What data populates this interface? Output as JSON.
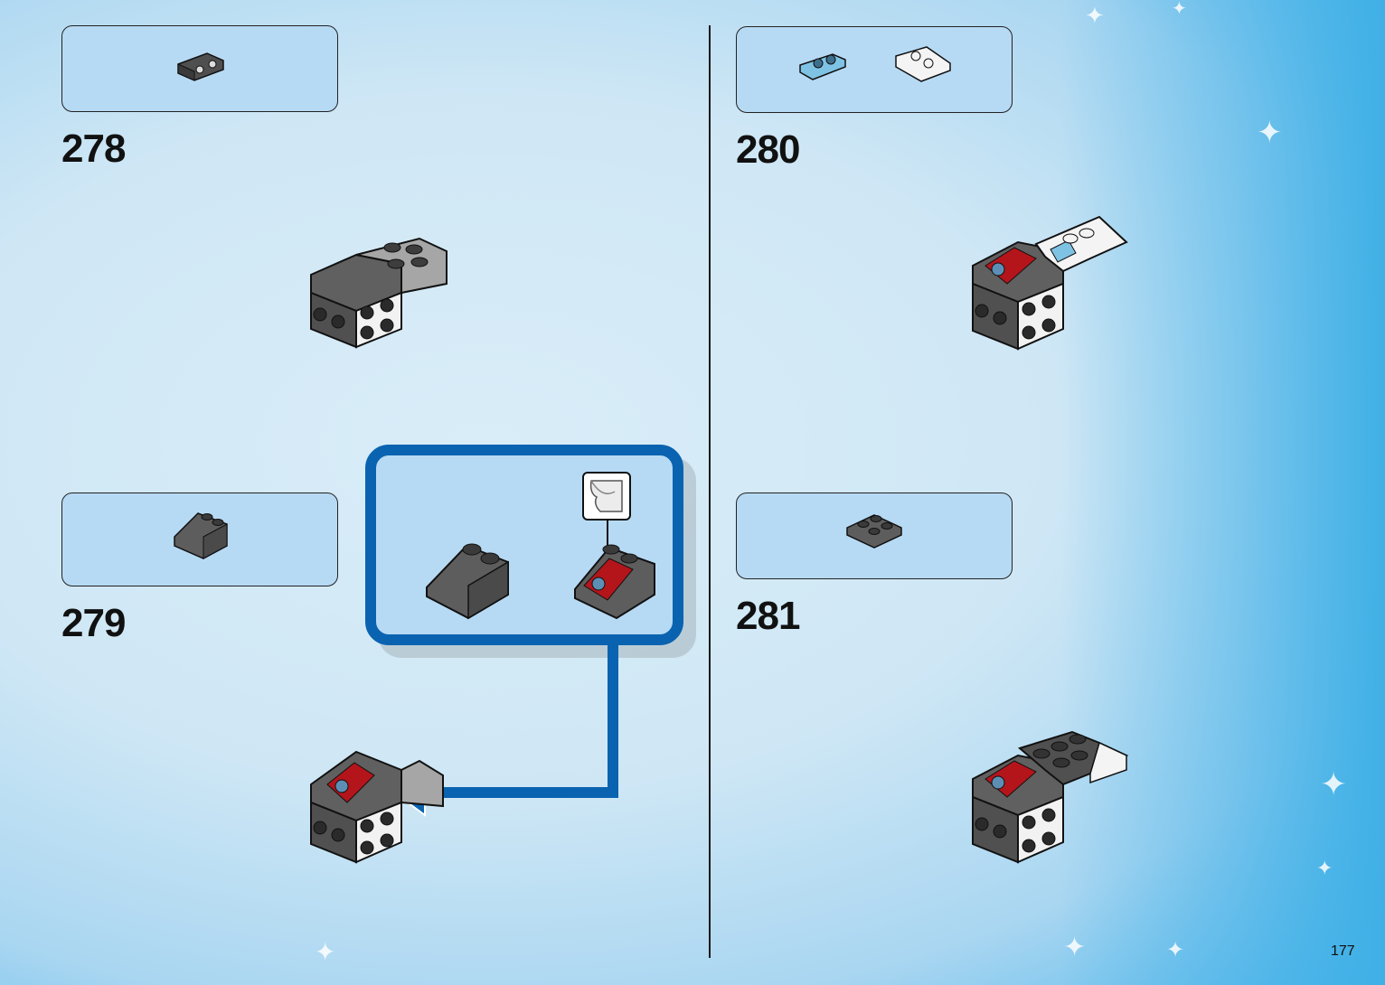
{
  "steps": [
    {
      "number": "278"
    },
    {
      "number": "279"
    },
    {
      "number": "280"
    },
    {
      "number": "281"
    }
  ],
  "page_number": "177",
  "colors": {
    "callout_fill": "#b7daf4",
    "sub_step_border": "#0a63b0",
    "brick_dark_gray": "#5d5d5d",
    "brick_light_gray": "#a8a8a8",
    "brick_white": "#f4f4f4",
    "brick_red": "#b3151b",
    "brick_light_blue": "#7fc3e4"
  }
}
